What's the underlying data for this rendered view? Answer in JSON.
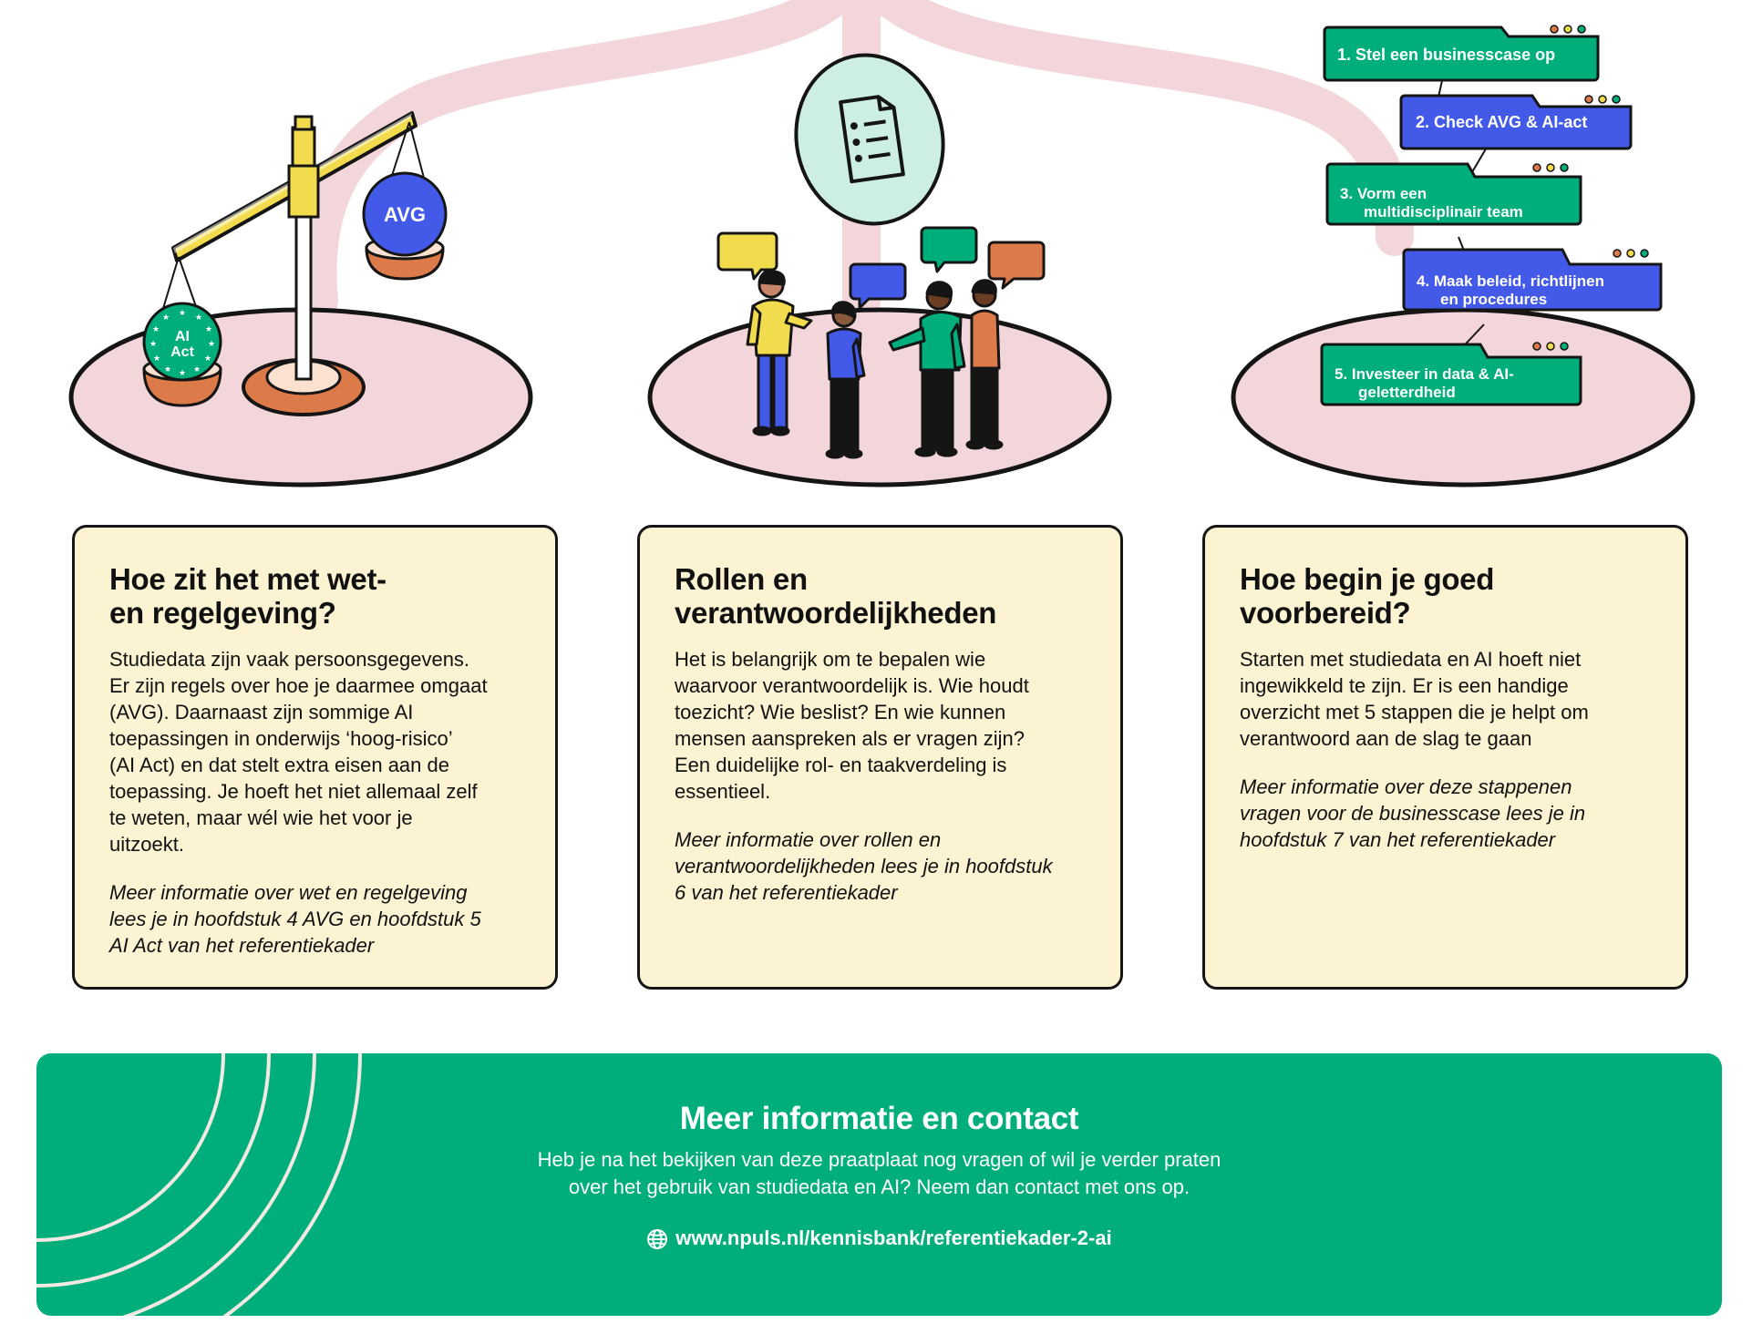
{
  "illustration": {
    "scale_badge_left": "AI\nAct",
    "scale_badge_right": "AVG",
    "steps": [
      {
        "number": "1.",
        "label": "Stel een businesscase op",
        "color": "#00ae7b"
      },
      {
        "number": "2.",
        "label": "Check AVG & AI-act",
        "color": "#4359e8"
      },
      {
        "number": "3.",
        "label": "Vorm een\nmultidisciplinair team",
        "color": "#00ae7b"
      },
      {
        "number": "4.",
        "label": "Maak beleid, richtlijnen\nen procedures",
        "color": "#4359e8"
      },
      {
        "number": "5.",
        "label": "Investeer in data & AI-\ngeletterdheid",
        "color": "#00ae7b"
      }
    ]
  },
  "cards": [
    {
      "title": "Hoe zit het met wet-\nen regelgeving?",
      "body": "Studiedata zijn vaak persoonsgegevens.\nEr zijn regels over hoe je daarmee omgaat\n(AVG). Daarnaast zijn sommige AI\ntoepassingen in onderwijs ‘hoog-risico’\n(AI Act) en dat stelt extra eisen aan de\ntoepassing. Je hoeft het niet allemaal zelf\nte weten, maar wél wie het voor je\nuitzoekt.",
      "more": "Meer informatie over wet en regelgeving\nlees je in hoofdstuk 4 AVG en hoofdstuk 5\nAI Act van het referentiekader"
    },
    {
      "title": "Rollen en\nverantwoordelijkheden",
      "body": "Het is belangrijk om te bepalen wie\nwaarvoor verantwoordelijk is. Wie houdt\ntoezicht? Wie beslist? En wie kunnen\nmensen aanspreken als er vragen zijn?\nEen duidelijke rol- en taakverdeling is\nessentieel.",
      "more": "Meer informatie over rollen en\nverantwoordelijkheden lees je in hoofdstuk\n6 van het referentiekader"
    },
    {
      "title": "Hoe begin je goed\nvoorbereid?",
      "body": "Starten met studiedata en AI hoeft niet\ningewikkeld te zijn. Er is een handige\noverzicht met 5 stappen die je helpt om\nverantwoord aan de slag te gaan",
      "more": "Meer informatie over deze stappenen\nvragen voor de businesscase lees je in\nhoofdstuk 7 van het referentiekader"
    }
  ],
  "footer": {
    "title": "Meer informatie en contact",
    "text": "Heb je na het bekijken van deze praatplaat nog vragen of wil je verder praten\nover het  gebruik van studiedata en AI? Neem dan contact met ons op.",
    "link": "www.npuls.nl/kennisbank/referentiekader-2-ai",
    "link_icon": "globe-icon"
  },
  "colors": {
    "green": "#00ae7b",
    "blue": "#4359e8",
    "pink": "#f3d6d9",
    "card_bg": "#fbf3d2",
    "yellow": "#f2dc4e",
    "orange": "#dd7a4a",
    "mint": "#cdeee5"
  }
}
